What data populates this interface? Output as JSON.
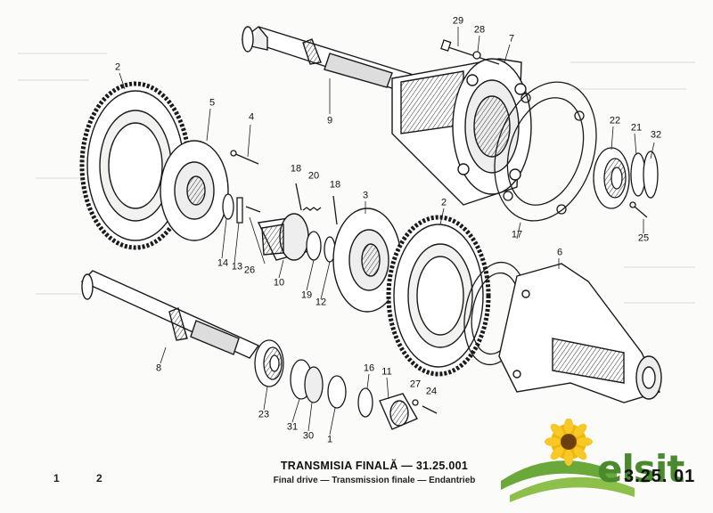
{
  "title": {
    "main": "TRANSMISIA FINALĂ — 31.25.001",
    "subtitle": "Final drive — Transmission finale — Endantrieb"
  },
  "page": {
    "left_numbers": [
      "1",
      "2"
    ],
    "code": "3.25. 01"
  },
  "logo": {
    "text": "elsit",
    "icon": "sunflower-icon"
  },
  "callouts": {
    "c29": "29",
    "c28": "28",
    "c7": "7",
    "c2a": "2",
    "c5": "5",
    "c4": "4",
    "c9": "9",
    "c22": "22",
    "c21": "21",
    "c32": "32",
    "c18a": "18",
    "c20": "20",
    "c18b": "18",
    "c3": "3",
    "c2b": "2",
    "c17": "17",
    "c25": "25",
    "c14": "14",
    "c13": "13",
    "c26": "26",
    "c10": "10",
    "c19": "19",
    "c12": "12",
    "c6": "6",
    "c8": "8",
    "c23": "23",
    "c31": "31",
    "c30": "30",
    "c1": "1",
    "c16": "16",
    "c11": "11",
    "c27": "27",
    "c24": "24"
  },
  "colors": {
    "ink": "#1a1a1a",
    "logo_green": "#4a8a2c",
    "logo_yellow": "#f2b705"
  }
}
